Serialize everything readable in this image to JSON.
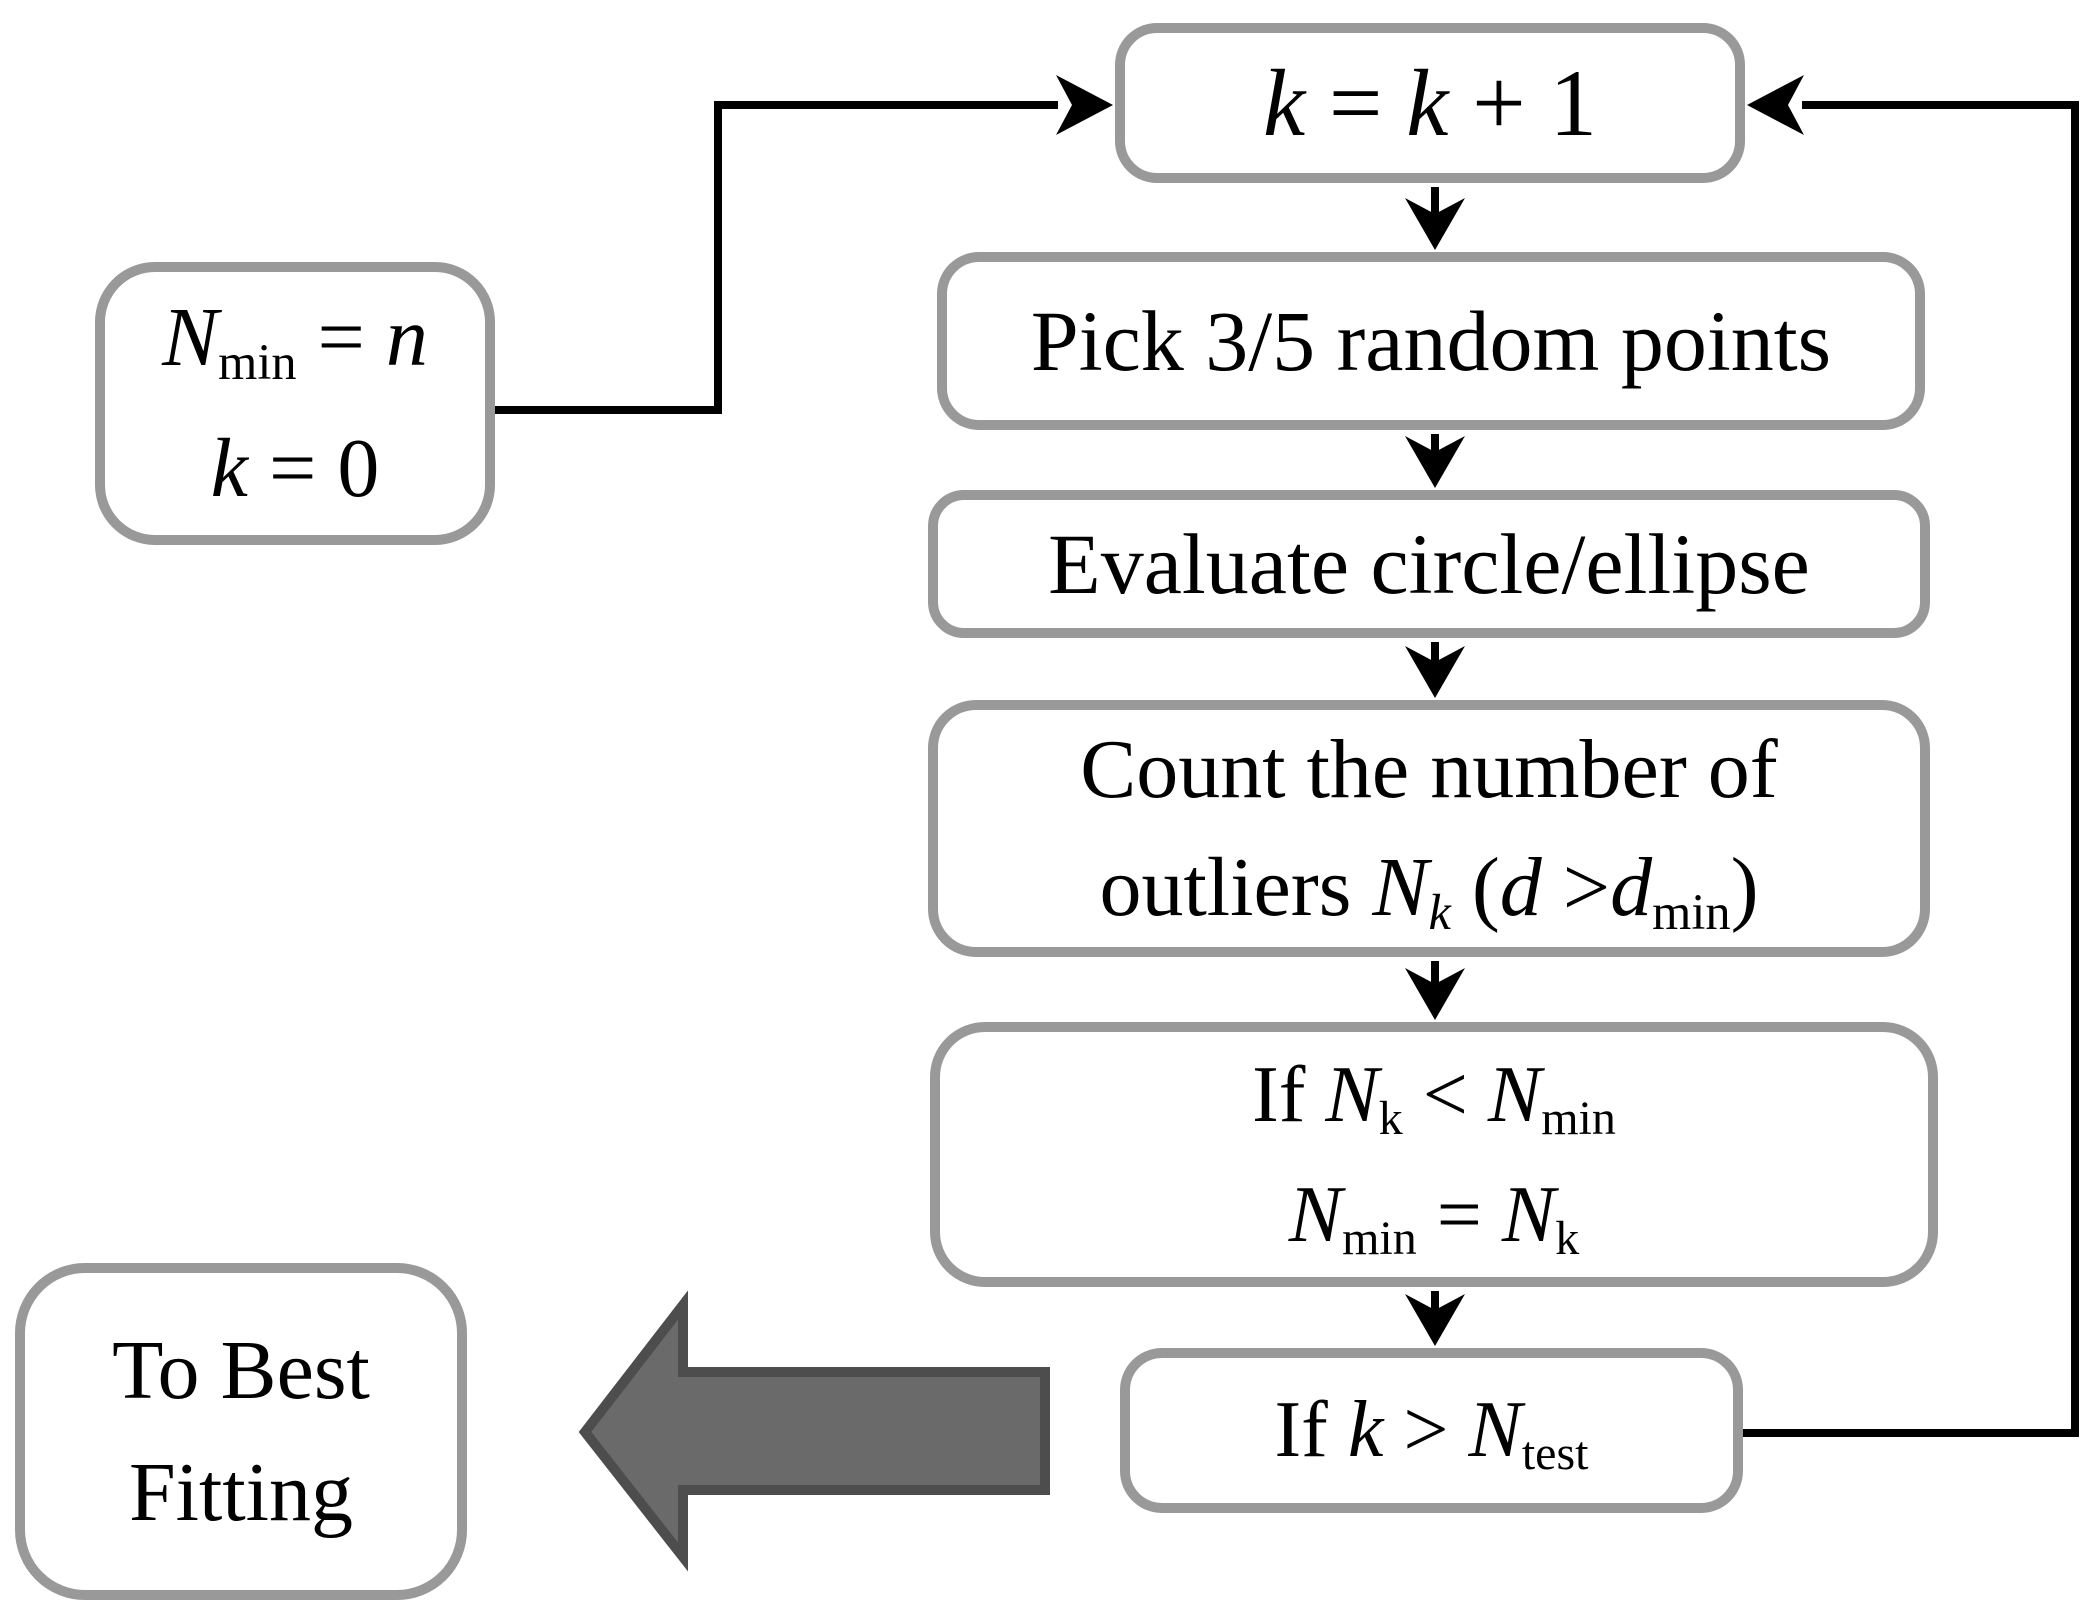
{
  "diagram": {
    "nodes": {
      "increment": {
        "k1": "k",
        "eq": " = ",
        "k2": "k",
        "plus_one": " + 1"
      },
      "init": {
        "n_sym": "N",
        "n_sub": "min",
        "eq1": " = ",
        "rhs1": "n",
        "k_sym": "k",
        "eq2": " = 0"
      },
      "pick": {
        "label": "Pick 3/5 random points"
      },
      "evaluate": {
        "label": "Evaluate circle/ellipse"
      },
      "count": {
        "line1": "Count the number of",
        "t1": "outliers ",
        "n_sym": "N",
        "n_sub": "k",
        "t2": " (",
        "d1": "d",
        "gt": " >",
        "d2": "d",
        "d_sub": "min",
        "t3": ")"
      },
      "update": {
        "if_word": "If ",
        "n1": "N",
        "s1": "k",
        "lt": " < ",
        "n2": "N",
        "s2": "min",
        "n3": "N",
        "s3": "min",
        "eq": " = ",
        "n4": "N",
        "s4": "k"
      },
      "test": {
        "if_word": "If ",
        "k_sym": "k",
        "gt": " > ",
        "n_sym": "N",
        "n_sub": "test"
      },
      "best": {
        "line1": "To Best",
        "line2": "Fitting"
      }
    },
    "colors": {
      "box_border": "#999999",
      "connector": "#000000",
      "block_arrow_fill": "#6a6a6a",
      "block_arrow_outline": "#4d4d4d",
      "background": "#ffffff",
      "text": "#000000"
    }
  }
}
